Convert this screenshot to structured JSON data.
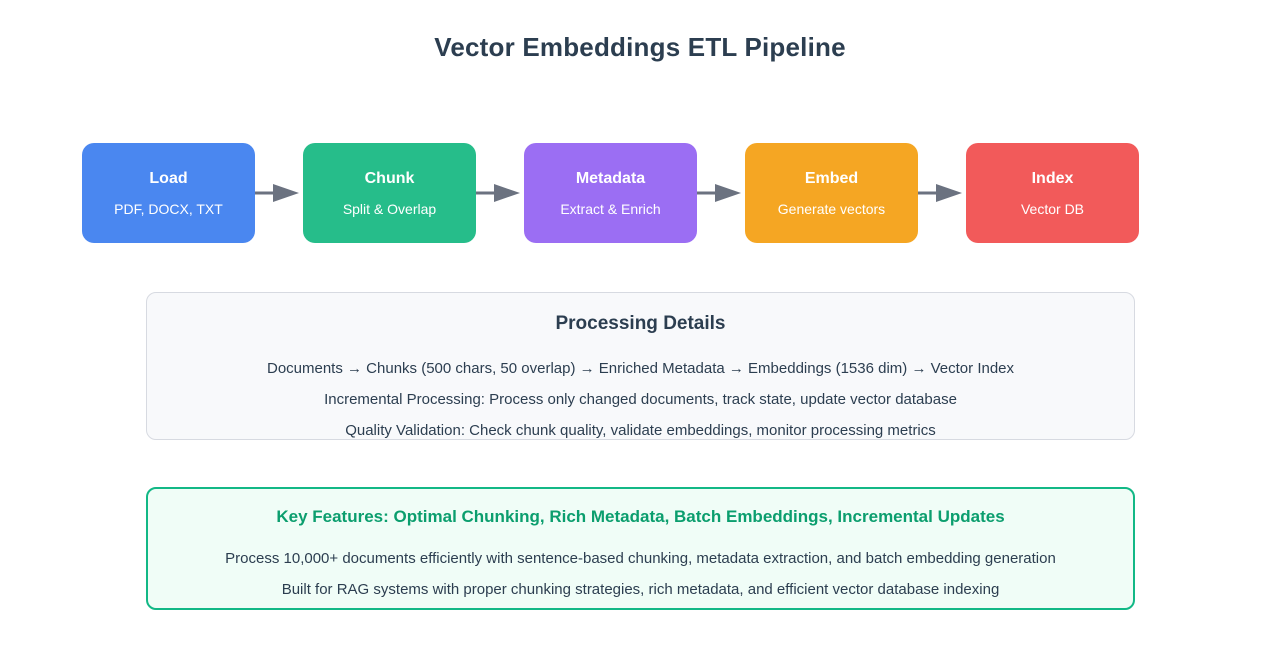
{
  "page": {
    "title": "Vector Embeddings ETL Pipeline",
    "background": "#ffffff",
    "text_color": "#2c3e50"
  },
  "pipeline": {
    "arrow_color": "#6b7280",
    "arrow_icon": "arrow-right-icon",
    "stages": [
      {
        "name": "load",
        "title": "Load",
        "subtitle": "PDF, DOCX, TXT",
        "color": "#4a87f0"
      },
      {
        "name": "chunk",
        "title": "Chunk",
        "subtitle": "Split & Overlap",
        "color": "#26bd8a"
      },
      {
        "name": "metadata",
        "title": "Metadata",
        "subtitle": "Extract & Enrich",
        "color": "#9b6ef3"
      },
      {
        "name": "embed",
        "title": "Embed",
        "subtitle": "Generate vectors",
        "color": "#f5a623"
      },
      {
        "name": "index",
        "title": "Index",
        "subtitle": "Vector DB",
        "color": "#f25a5a"
      }
    ]
  },
  "details": {
    "heading": "Processing Details",
    "border_color": "#d7dae1",
    "background": "#f8f9fb",
    "lines": [
      "Documents → Chunks (500 chars, 50 overlap) → Enriched Metadata → Embeddings (1536 dim) → Vector Index",
      "Incremental Processing: Process only changed documents, track state, update vector database",
      "Quality Validation: Check chunk quality, validate embeddings, monitor processing metrics"
    ]
  },
  "features": {
    "heading": "Key Features: Optimal Chunking, Rich Metadata, Batch Embeddings, Incremental Updates",
    "heading_color": "#0b9e6e",
    "border_color": "#12b886",
    "background": "#f0fdf7",
    "lines": [
      "Process 10,000+ documents efficiently with sentence-based chunking, metadata extraction, and batch embedding generation",
      "Built for RAG systems with proper chunking strategies, rich metadata, and efficient vector database indexing"
    ]
  }
}
